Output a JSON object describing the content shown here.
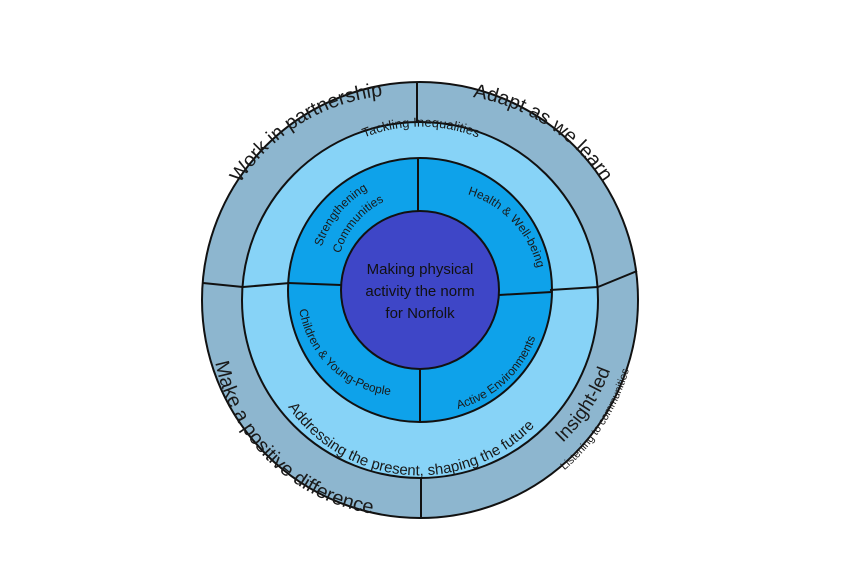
{
  "colors": {
    "outer_ring": "#8db6cf",
    "middle_ring": "#87d3f7",
    "inner_ring": "#0ea2ea",
    "center": "#3e46c7",
    "stroke": "#111111",
    "label": "#1a1a1a"
  },
  "outer_ring": {
    "top_left": "Work in partnership",
    "top_right": "Adapt as we learn",
    "bottom_left": "Make a positive difference",
    "bottom_right": "Insight-led",
    "bottom_right_sub": "Listening to communities"
  },
  "middle_ring": {
    "top": "Tackling Inequalities",
    "bottom": "Addressing the present, shaping the future"
  },
  "inner_ring": {
    "top_left_line1": "Strengthening",
    "top_left_line2": "Communities",
    "top_right": "Health & Well-being",
    "bottom_left": "Children & Young-People",
    "bottom_right": "Active Environments"
  },
  "center": {
    "line1": "Making physical",
    "line2": "activity the norm",
    "line3": "for Norfolk"
  }
}
